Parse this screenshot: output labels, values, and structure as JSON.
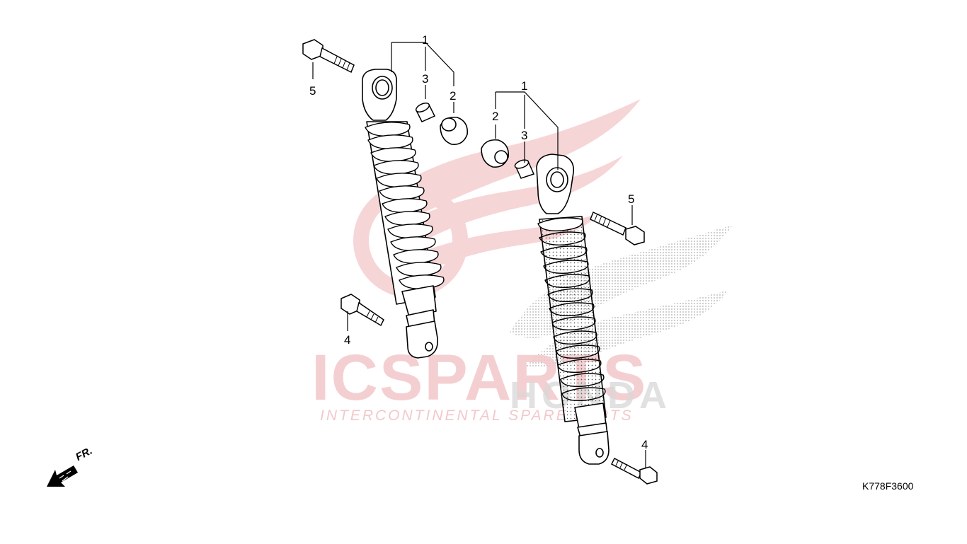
{
  "watermark": {
    "brand": "ICSPARTS",
    "tagline": "INTERCONTINENTAL SPARE PARTS",
    "maker": "HONDA"
  },
  "callouts": {
    "left_1": "1",
    "left_2": "2",
    "left_3": "3",
    "left_4": "4",
    "left_5": "5",
    "right_1": "1",
    "right_2": "2",
    "right_3": "3",
    "right_4": "4",
    "right_5": "5"
  },
  "direction_label": "FR.",
  "diagram_code": "K778F3600"
}
